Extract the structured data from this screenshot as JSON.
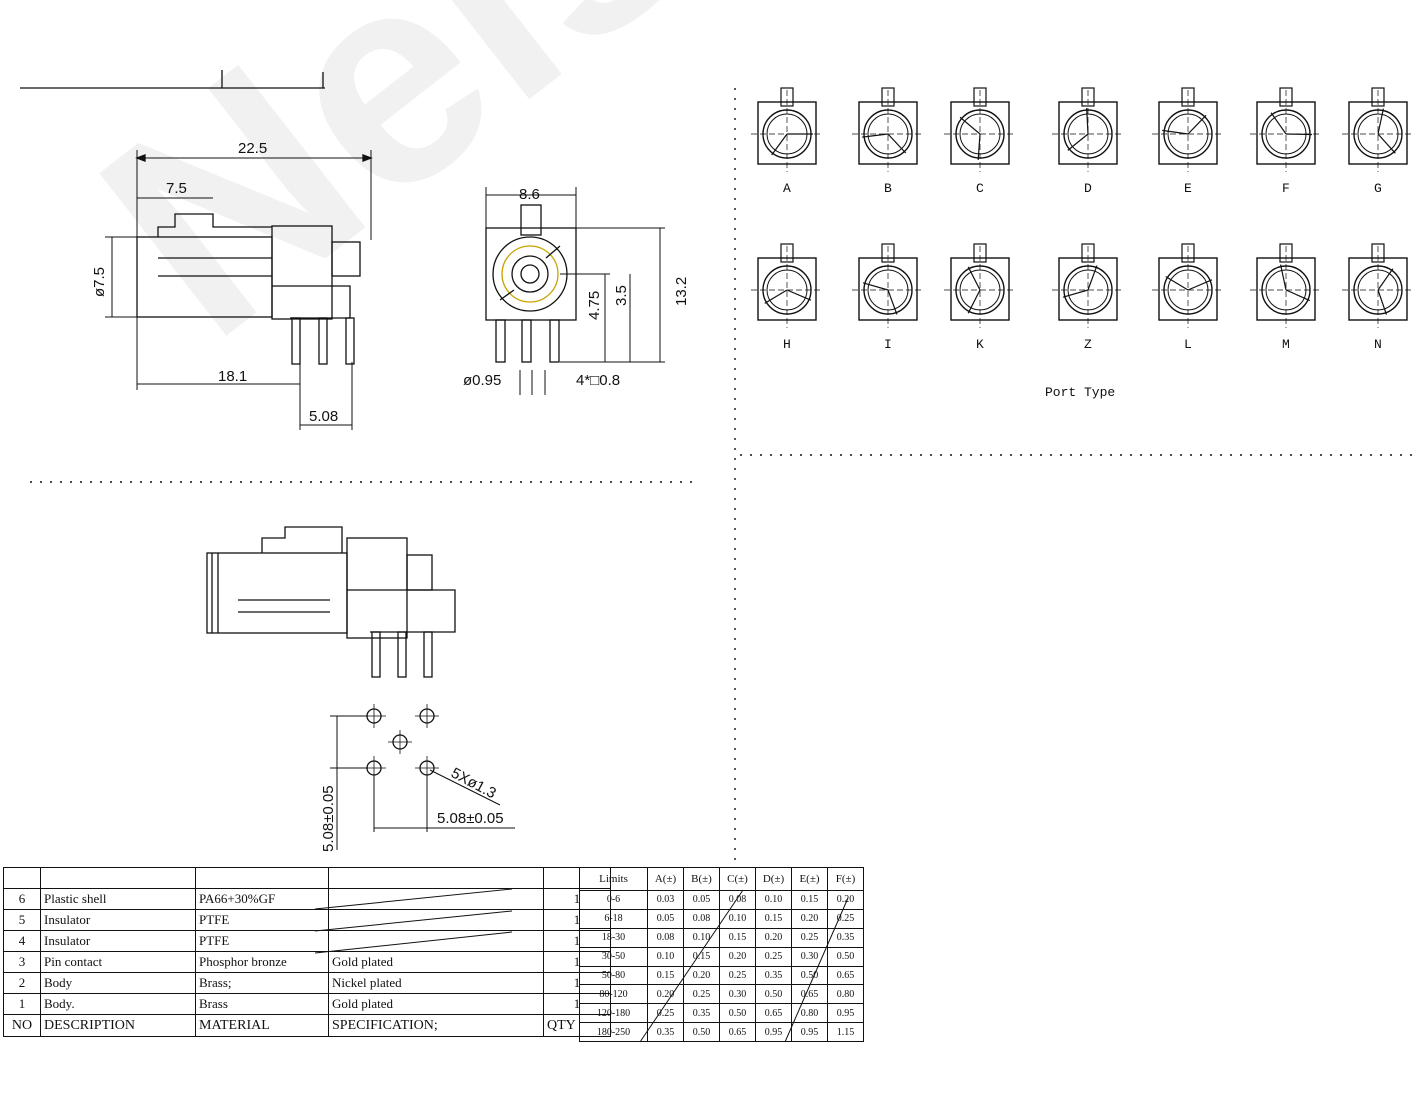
{
  "dimensions": {
    "overall_length": "22.5",
    "nose_length": "7.5",
    "body_diameter": "ø7.5",
    "pin_offset": "18.1",
    "pin_pitch": "5.08",
    "width": "8.6",
    "height": "13.2",
    "center_height": "4.75",
    "pin_height": "3.5",
    "pin_diameter": "ø0.95",
    "pin_square": "4*□0.8",
    "pcb_hole": "5Xø1.3",
    "pcb_pitch_h": "5.08±0.05",
    "pcb_pitch_v": "5.08±0.05"
  },
  "port_types": {
    "title": "Port Type",
    "row1": [
      "A",
      "B",
      "C",
      "D",
      "E",
      "F",
      "G"
    ],
    "row2": [
      "H",
      "I",
      "K",
      "Z",
      "L",
      "M",
      "N"
    ]
  },
  "bom": {
    "headers": [
      "NO",
      "DESCRIPTION",
      "MATERIAL",
      "SPECIFICATION;",
      "QTY"
    ],
    "rows": [
      {
        "no": "6",
        "description": "Plastic shell",
        "material": "PA66+30%GF",
        "specification": "",
        "qty": "1"
      },
      {
        "no": "5",
        "description": "Insulator",
        "material": "PTFE",
        "specification": "",
        "qty": "1"
      },
      {
        "no": "4",
        "description": "Insulator",
        "material": "PTFE",
        "specification": "",
        "qty": "1"
      },
      {
        "no": "3",
        "description": "Pin contact",
        "material": "Phosphor bronze",
        "specification": "Gold plated",
        "qty": "1"
      },
      {
        "no": "2",
        "description": "Body",
        "material": "Brass;",
        "specification": "Nickel plated",
        "qty": "1"
      },
      {
        "no": "1",
        "description": "Body.",
        "material": "Brass",
        "specification": "Gold plated",
        "qty": "1"
      }
    ]
  },
  "limits": {
    "headers": [
      "Limits",
      "A(±)",
      "B(±)",
      "C(±)",
      "D(±)",
      "E(±)",
      "F(±)"
    ],
    "rows": [
      [
        "0-6",
        "0.03",
        "0.05",
        "0.08",
        "0.10",
        "0.15",
        "0.20"
      ],
      [
        "6-18",
        "0.05",
        "0.08",
        "0.10",
        "0.15",
        "0.20",
        "0.25"
      ],
      [
        "18-30",
        "0.08",
        "0.10",
        "0.15",
        "0.20",
        "0.25",
        "0.35"
      ],
      [
        "30-50",
        "0.10",
        "0.15",
        "0.20",
        "0.25",
        "0.30",
        "0.50"
      ],
      [
        "50-80",
        "0.15",
        "0.20",
        "0.25",
        "0.35",
        "0.50",
        "0.65"
      ],
      [
        "80-120",
        "0.20",
        "0.25",
        "0.30",
        "0.50",
        "0.65",
        "0.80"
      ],
      [
        "120-180",
        "0.25",
        "0.35",
        "0.50",
        "0.65",
        "0.80",
        "0.95"
      ],
      [
        "180-250",
        "0.35",
        "0.50",
        "0.65",
        "0.95",
        "0.95",
        "1.15"
      ]
    ]
  },
  "watermark": "Neishoaja"
}
